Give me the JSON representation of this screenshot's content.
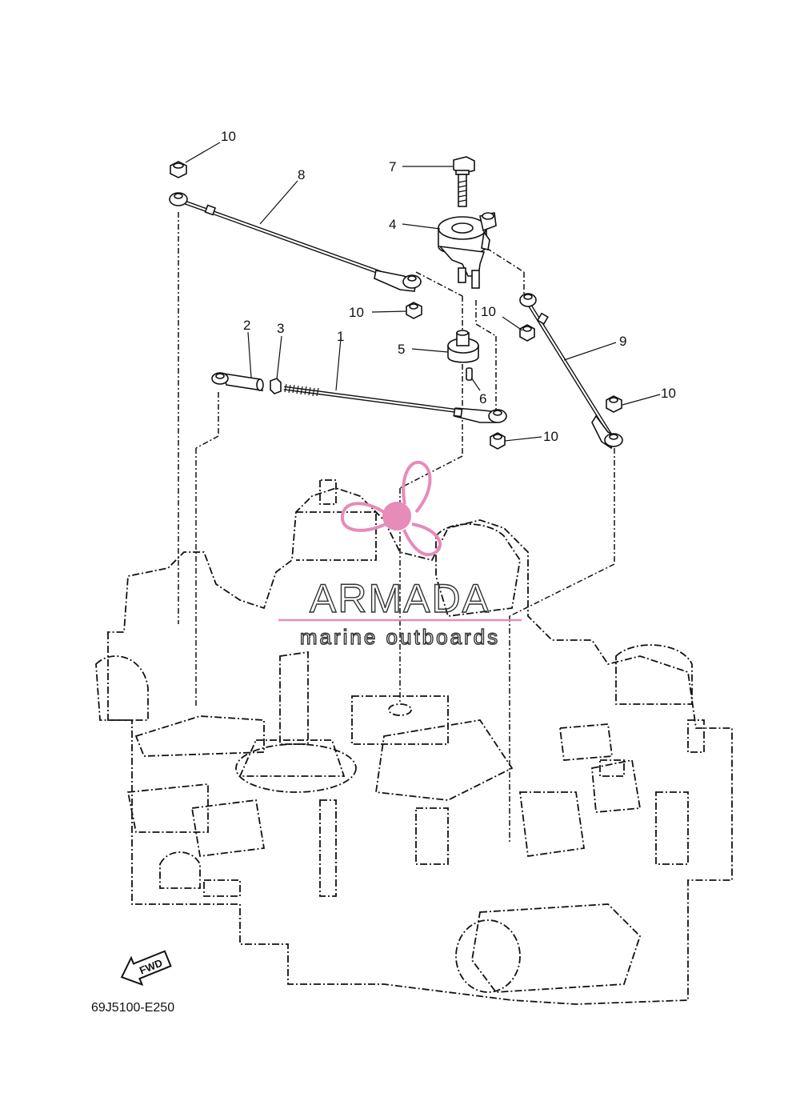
{
  "diagram": {
    "callouts": [
      {
        "num": "10"
      },
      {
        "num": "8"
      },
      {
        "num": "7"
      },
      {
        "num": "4"
      },
      {
        "num": "10"
      },
      {
        "num": "10"
      },
      {
        "num": "9"
      },
      {
        "num": "2"
      },
      {
        "num": "3"
      },
      {
        "num": "1"
      },
      {
        "num": "5"
      },
      {
        "num": "6"
      },
      {
        "num": "10"
      },
      {
        "num": "10"
      }
    ],
    "fwd_label": "FWD",
    "drawing_code": "69J5100-E250"
  },
  "watermark": {
    "brand": "ARMADA",
    "tagline": "marine outboards",
    "accent_color": "#e78bb8"
  }
}
